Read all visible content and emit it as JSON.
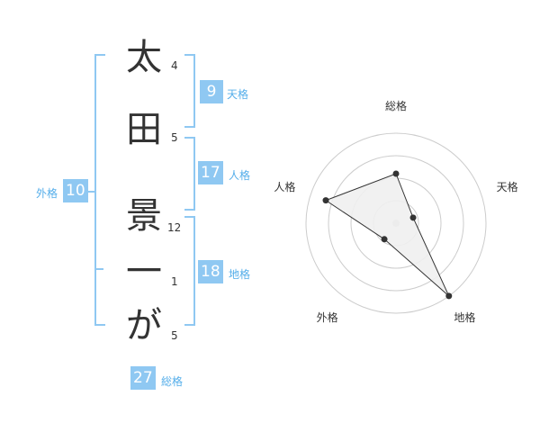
{
  "name": {
    "chars": [
      "太",
      "田",
      "景",
      "一",
      "が"
    ],
    "strokes": [
      "4",
      "5",
      "12",
      "1",
      "5"
    ]
  },
  "fortune": {
    "tenkaku": {
      "value": "9",
      "label": "天格"
    },
    "jinkaku": {
      "value": "17",
      "label": "人格"
    },
    "chikaku": {
      "value": "18",
      "label": "地格"
    },
    "gaikaku": {
      "value": "10",
      "label": "外格"
    },
    "soukaku": {
      "value": "27",
      "label": "総格"
    }
  },
  "chart_data": {
    "type": "radar",
    "axes": [
      "総格",
      "天格",
      "地格",
      "外格",
      "人格"
    ],
    "values": [
      0.55,
      0.2,
      1.0,
      0.22,
      0.82
    ],
    "range": [
      0,
      1
    ],
    "rings": 4,
    "colors": {
      "fill": "#f0f0f0",
      "stroke": "#333333",
      "grid": "#cccccc",
      "point": "#333333"
    }
  }
}
